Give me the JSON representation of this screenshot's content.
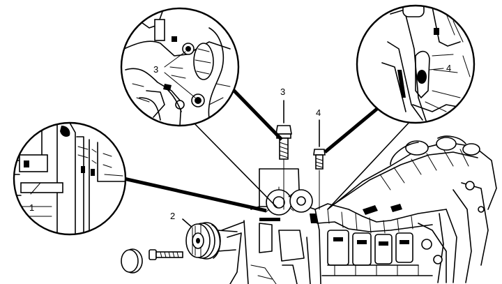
{
  "callouts": {
    "c1": "1",
    "c2": "2",
    "c3_top": "3",
    "c3_detail": "3",
    "c4_top": "4",
    "c4_detail": "4"
  },
  "colors": {
    "ink": "#000000",
    "paper": "#ffffff"
  }
}
